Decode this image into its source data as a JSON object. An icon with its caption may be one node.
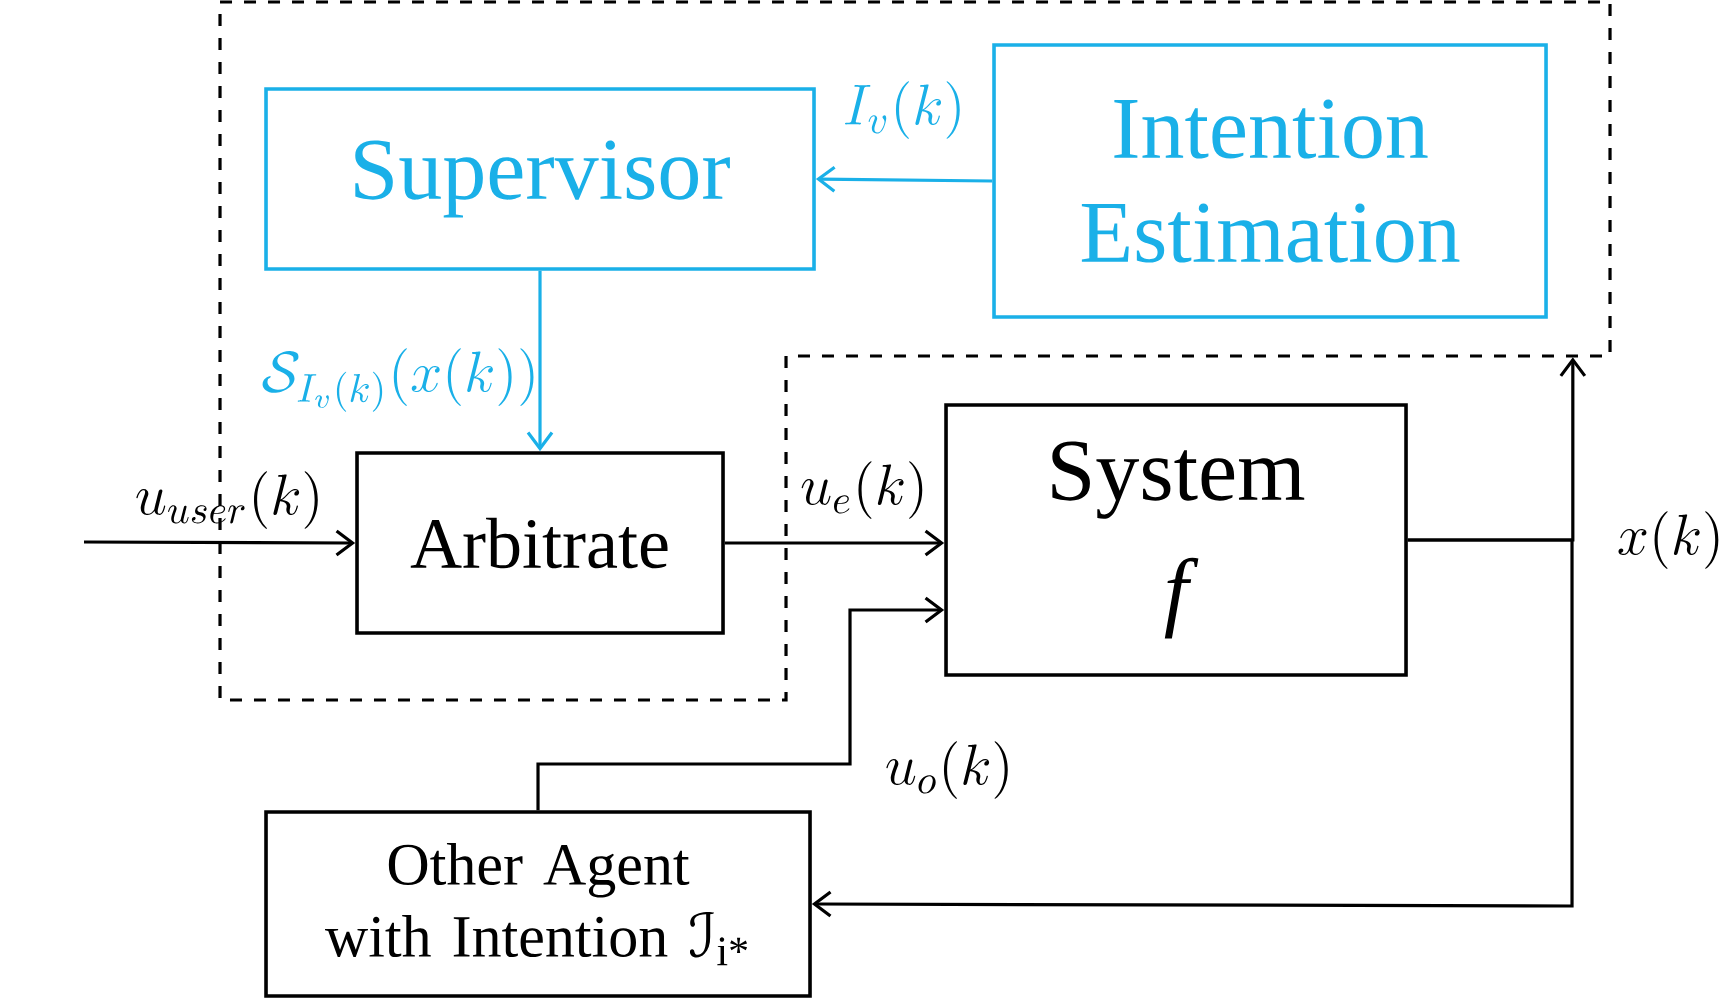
{
  "diagram": {
    "nodes": [
      {
        "text": [],
        "shape": "box"
      },
      {
        "text": [
          "Supervisor"
        ],
        "in": 0
      },
      {
        "text": [
          "Intention Estimation"
        ],
        "in": 0
      },
      {
        "text": [
          "Arbitrate"
        ],
        "in": 0
      },
      {
        "text": [
          "System",
          "f"
        ]
      },
      {
        "text": [
          "Other Agent with Intention ℐ$_{i*}$"
        ]
      }
    ],
    "edges": [
      {
        "from": 2,
        "to": 1,
        "arrow": "to",
        "label": "I_v(k)",
        "color": "#1ab0e8"
      },
      {
        "from": 1,
        "to": 3,
        "arrow": "to",
        "label": "\\mathcal{S}_{I_v(k)}(x(k))",
        "color": "#1ab0e8"
      },
      {
        "from": null,
        "to": 3,
        "arrow": "to",
        "label": "u_{user}(k)"
      },
      {
        "from": 3,
        "to": 4,
        "arrow": "to",
        "label": "u_e(k)"
      },
      {
        "from": 5,
        "to": 4,
        "arrow": "to",
        "label": "u_o(k)"
      },
      {
        "from": 4,
        "to": 0,
        "arrow": "to",
        "label": "x(k)"
      },
      {
        "from": 4,
        "to": 5,
        "arrow": "to"
      }
    ]
  }
}
